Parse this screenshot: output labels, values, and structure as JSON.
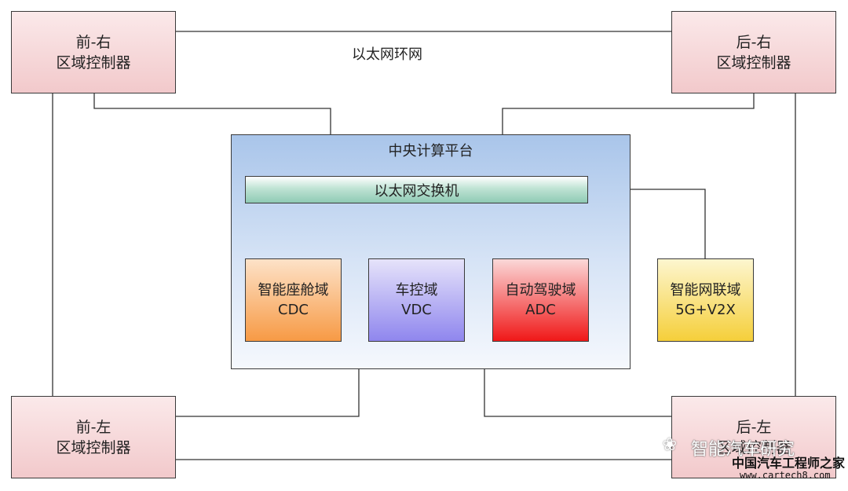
{
  "ring_label": "以太网环网",
  "zones": {
    "front_right": {
      "line1": "前-右",
      "line2": "区域控制器"
    },
    "rear_right": {
      "line1": "后-右",
      "line2": "区域控制器"
    },
    "front_left": {
      "line1": "前-左",
      "line2": "区域控制器"
    },
    "rear_left": {
      "line1": "后-左",
      "line2": "区域控制器"
    }
  },
  "platform": {
    "title": "中央计算平台",
    "switch_label": "以太网交换机",
    "domains": {
      "cdc": {
        "line1": "智能座舱域",
        "line2": "CDC",
        "color_top": "#fde2c8",
        "color_bottom": "#f79a45"
      },
      "vdc": {
        "line1": "车控域",
        "line2": "VDC",
        "color_top": "#e6e3fa",
        "color_bottom": "#8f86ee"
      },
      "adc": {
        "line1": "自动驾驶域",
        "line2": "ADC",
        "color_top": "#fbd8d8",
        "color_bottom": "#f01818"
      }
    }
  },
  "telematics": {
    "line1": "智能网联域",
    "line2": "5G+V2X",
    "color_top": "#fdf6cf",
    "color_bottom": "#f5cf3a"
  },
  "watermark": {
    "account": "智能汽车研究",
    "site": "中国汽车工程师之家",
    "url": "www.cartech8.com"
  }
}
